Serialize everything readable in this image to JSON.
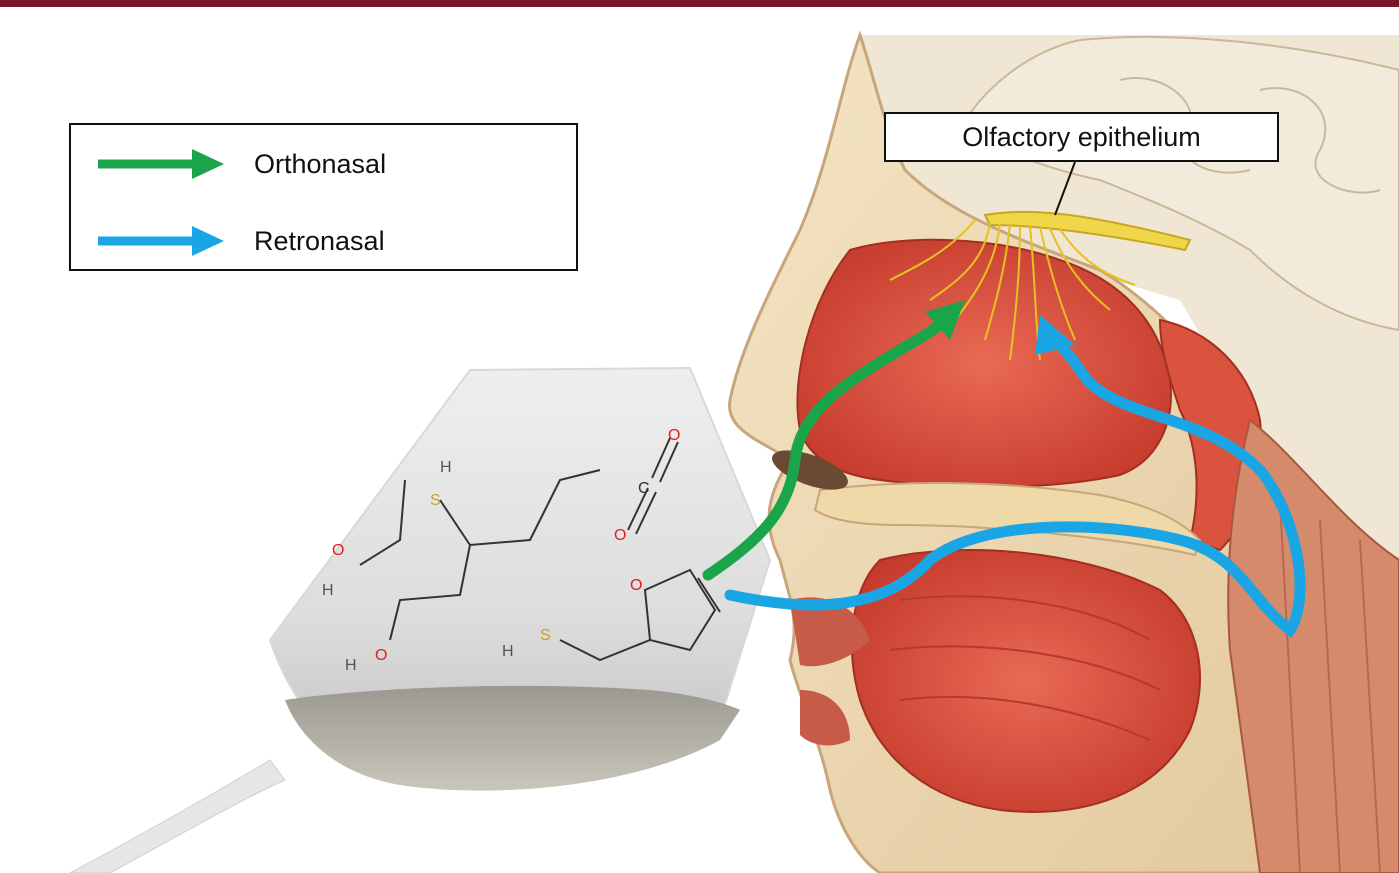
{
  "legend": {
    "items": [
      {
        "label": "Orthonasal",
        "color": "#1aa54b"
      },
      {
        "label": "Retronasal",
        "color": "#1aa6e4"
      }
    ]
  },
  "callout": {
    "label": "Olfactory epithelium"
  },
  "molecules": {
    "atoms": {
      "oxygen": "O",
      "sulfur": "S",
      "hydrogen": "H",
      "carbon": "C"
    },
    "colors": {
      "oxygen": "#e0201c",
      "sulfur": "#c9a227",
      "bond": "#333333"
    }
  },
  "colors": {
    "topbar": "#7a1428"
  }
}
